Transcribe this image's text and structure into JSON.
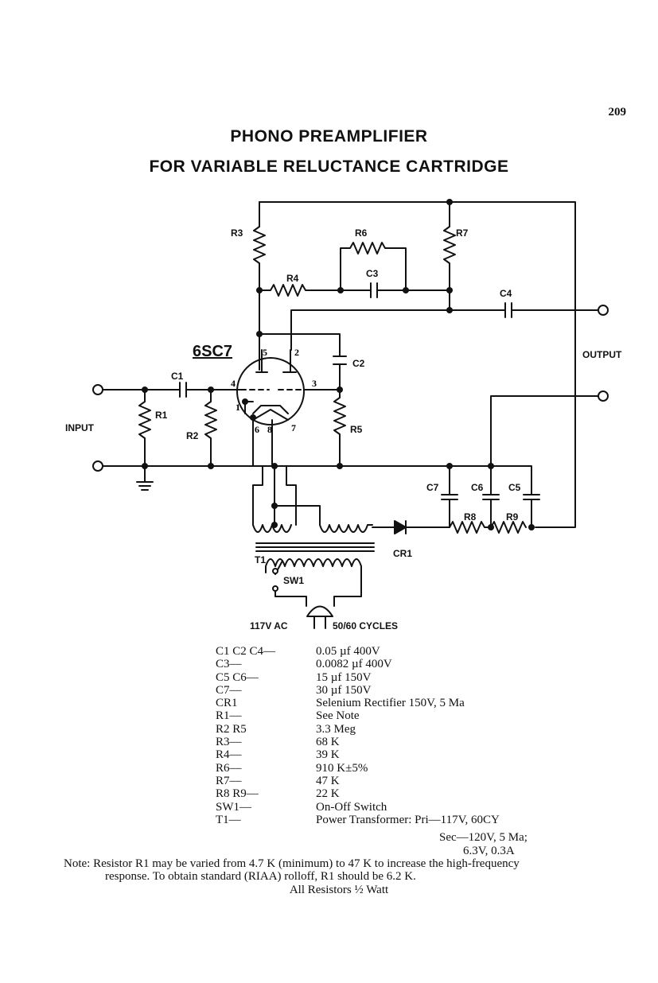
{
  "page_number": "209",
  "title_line1": "PHONO PREAMPLIFIER",
  "title_line2": "FOR VARIABLE RELUCTANCE CARTRIDGE",
  "schematic": {
    "tube": "6SC7",
    "input": "INPUT",
    "output": "OUTPUT",
    "ac": "117V AC",
    "cycles": "50/60 CYCLES",
    "labels": {
      "R1": "R1",
      "R2": "R2",
      "R3": "R3",
      "R4": "R4",
      "R5": "R5",
      "R6": "R6",
      "R7": "R7",
      "R8": "R8",
      "R9": "R9",
      "C1": "C1",
      "C2": "C2",
      "C3": "C3",
      "C4": "C4",
      "C5": "C5",
      "C6": "C6",
      "C7": "C7",
      "CR1": "CR1",
      "T1": "T1",
      "SW1": "SW1"
    },
    "pins": {
      "p1": "1",
      "p2": "2",
      "p3": "3",
      "p4": "4",
      "p5": "5",
      "p6": "6",
      "p7": "7",
      "p8": "8"
    }
  },
  "parts_list": [
    {
      "ref": "C1 C2 C4—",
      "value": "0.05 µf 400V"
    },
    {
      "ref": "C3—",
      "value": "0.0082 µf 400V"
    },
    {
      "ref": "C5 C6—",
      "value": "15 µf 150V"
    },
    {
      "ref": "C7—",
      "value": "30 µf 150V"
    },
    {
      "ref": "CR1",
      "value": "Selenium Rectifier 150V, 5 Ma"
    },
    {
      "ref": "R1—",
      "value": "See Note"
    },
    {
      "ref": "R2 R5",
      "value": "3.3 Meg"
    },
    {
      "ref": "R3—",
      "value": "68 K"
    },
    {
      "ref": "R4—",
      "value": "39 K"
    },
    {
      "ref": "R6—",
      "value": "910 K±5%"
    },
    {
      "ref": "R7—",
      "value": "47 K"
    },
    {
      "ref": "R8 R9—",
      "value": "22 K"
    },
    {
      "ref": "SW1—",
      "value": "On-Off Switch"
    },
    {
      "ref": "T1—",
      "value": "Power Transformer: Pri—117V, 60CY"
    }
  ],
  "transformer_sec1": "Sec—120V, 5 Ma;",
  "transformer_sec2": "6.3V, 0.3A",
  "note_line1": "Note: Resistor R1 may be varied from 4.7 K (minimum) to 47 K to increase the high-frequency",
  "note_line2": "response. To obtain standard (RIAA) rolloff, R1 should be 6.2 K.",
  "resistor_note": "All Resistors ½ Watt"
}
